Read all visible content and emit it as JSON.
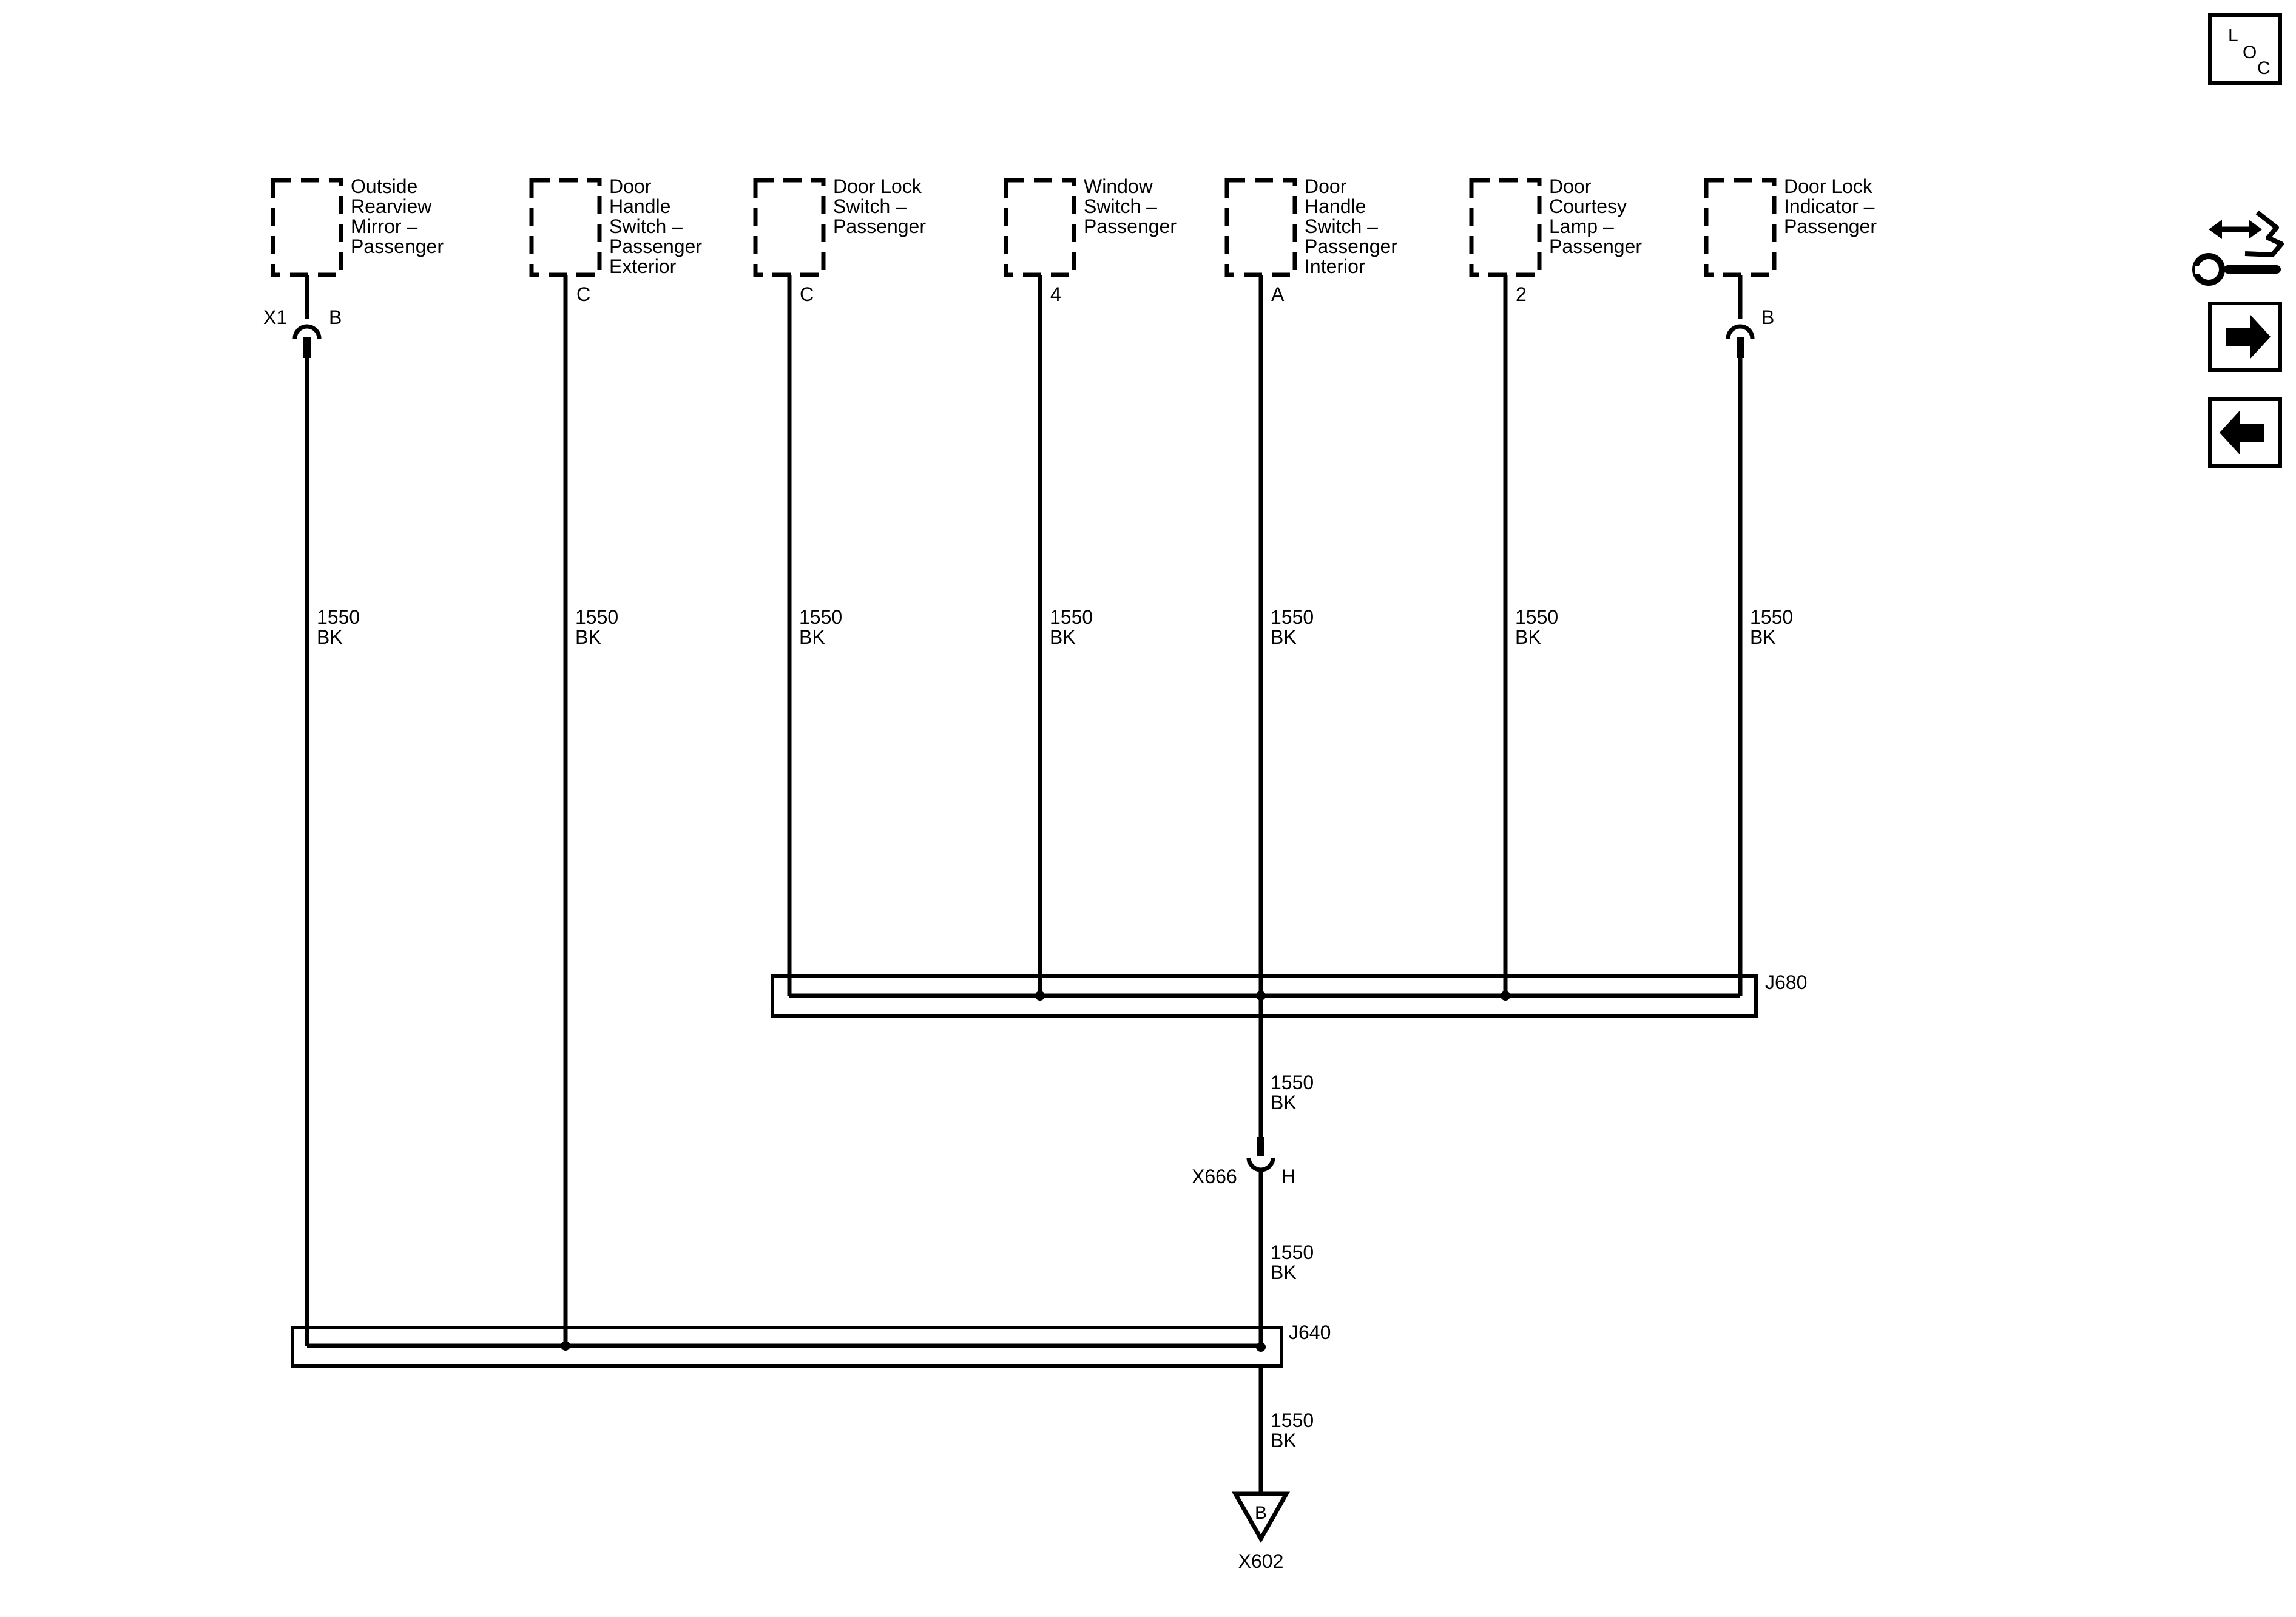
{
  "components": [
    {
      "id": "c1",
      "name_lines": [
        "Outside",
        "Rearview",
        "Mirror –",
        "Passenger"
      ],
      "pin": "B"
    },
    {
      "id": "c2",
      "name_lines": [
        "Door",
        "Handle",
        "Switch –",
        "Passenger",
        "Exterior"
      ],
      "pin": "C"
    },
    {
      "id": "c3",
      "name_lines": [
        "Door Lock",
        "Switch –",
        "Passenger"
      ],
      "pin": "C"
    },
    {
      "id": "c4",
      "name_lines": [
        "Window",
        "Switch –",
        "Passenger"
      ],
      "pin": "4"
    },
    {
      "id": "c5",
      "name_lines": [
        "Door",
        "Handle",
        "Switch –",
        "Passenger",
        "Interior"
      ],
      "pin": "A"
    },
    {
      "id": "c6",
      "name_lines": [
        "Door",
        "Courtesy",
        "Lamp –",
        "Passenger"
      ],
      "pin": "2"
    },
    {
      "id": "c7",
      "name_lines": [
        "Door Lock",
        "Indicator –",
        "Passenger"
      ],
      "pin": "B"
    }
  ],
  "connectors": {
    "x1": "X1",
    "x666": "X666",
    "x666_pin": "H",
    "x602": "X602",
    "ground_pin": "B"
  },
  "wire_labels": {
    "circuit": "1550",
    "color": "BK"
  },
  "splices": {
    "j680": "J680",
    "j640": "J640"
  },
  "nav": {
    "loc_l": "L",
    "loc_o": "O",
    "loc_c": "C",
    "icons": [
      "loc-icon",
      "service-info-icon",
      "next-arrow-icon",
      "previous-arrow-icon"
    ]
  }
}
